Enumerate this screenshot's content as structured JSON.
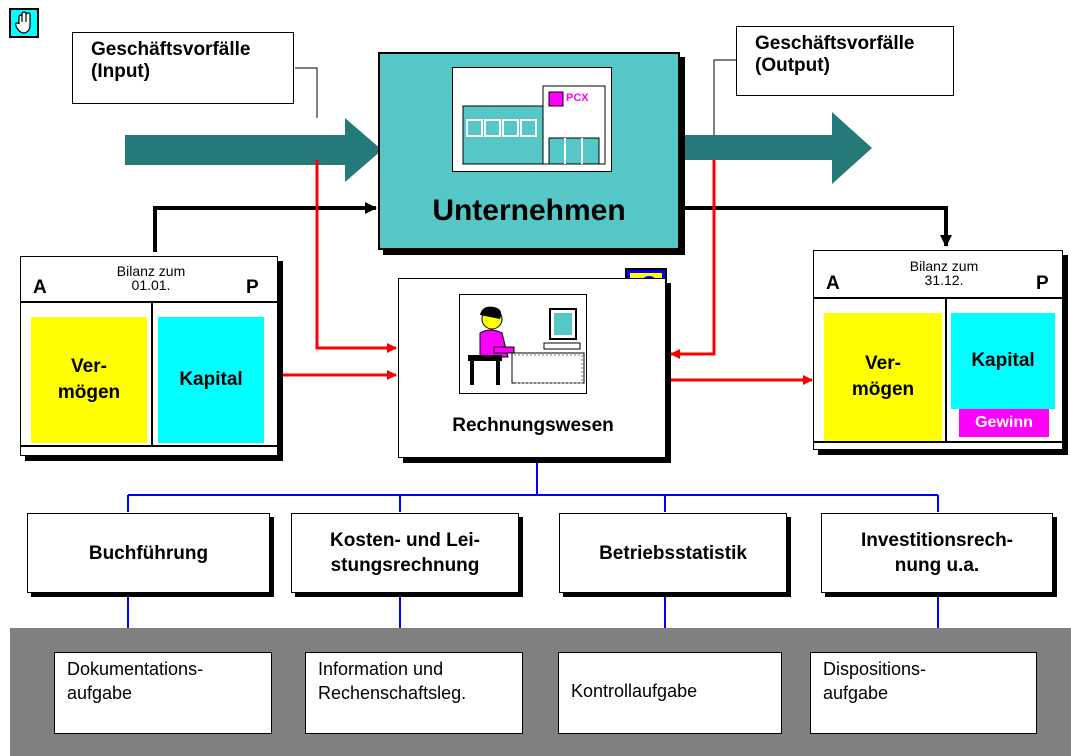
{
  "colors": {
    "teal": "#237a78",
    "company_bg": "#55c7c7",
    "red": "#ff0000",
    "blue": "#0000ff",
    "yellow": "#ffff00",
    "cyan": "#00ffff",
    "magenta": "#ff00ff",
    "gray_band": "#808080"
  },
  "icons": {
    "hand": "hand-cursor-icon",
    "euro": "euro-icon",
    "factory": "factory-icon",
    "worker": "computer-worker-icon"
  },
  "input_label": "Geschäftsvorfälle\n(Input)",
  "output_label": "Geschäftsvorfälle\n(Output)",
  "company": {
    "title": "Unternehmen",
    "sign": "PCX"
  },
  "accounting": {
    "title": "Rechnungswesen"
  },
  "balance_open": {
    "header": "Bilanz zum\n01.01.",
    "left": "A",
    "right": "P",
    "assets": "Ver-\nmögen",
    "capital": "Kapital"
  },
  "balance_close": {
    "header": "Bilanz zum\n31.12.",
    "left": "A",
    "right": "P",
    "assets": "Ver-\nmögen",
    "capital": "Kapital",
    "profit": "Gewinn"
  },
  "categories": [
    "Buchführung",
    "Kosten- und Lei-\nstungsrechnung",
    "Betriebsstatistik",
    "Investitionsrech-\nnung u.a."
  ],
  "tasks": [
    "Dokumentations-\naufgabe",
    "Information und\nRechenschaftsleg.",
    "Kontrollaufgabe",
    "Dispositions-\naufgabe"
  ]
}
